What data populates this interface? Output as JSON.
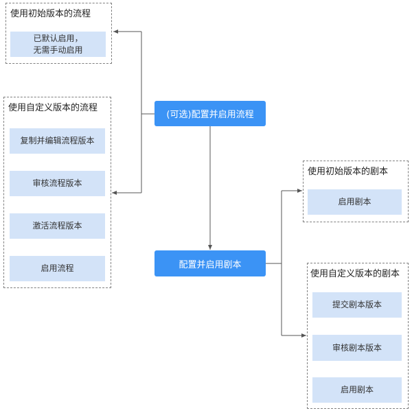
{
  "main_nodes": {
    "workflow": "(可选)配置并启用流程",
    "playbook": "配置并启用剧本"
  },
  "groups": {
    "workflow_initial": {
      "title": "使用初始版本的流程",
      "steps": [
        "已默认启用，\n无需手动启用"
      ]
    },
    "workflow_custom": {
      "title": "使用自定义版本的流程",
      "steps": [
        "复制并编辑流程版本",
        "审核流程版本",
        "激活流程版本",
        "启用流程"
      ]
    },
    "playbook_initial": {
      "title": "使用初始版本的剧本",
      "steps": [
        "启用剧本"
      ]
    },
    "playbook_custom": {
      "title": "使用自定义版本的剧本",
      "steps": [
        "提交剧本版本",
        "审核剧本版本",
        "启用剧本"
      ]
    }
  },
  "colors": {
    "main_node": "#3b93f5",
    "step_node": "#d3e3f8",
    "connector": "#555555"
  }
}
